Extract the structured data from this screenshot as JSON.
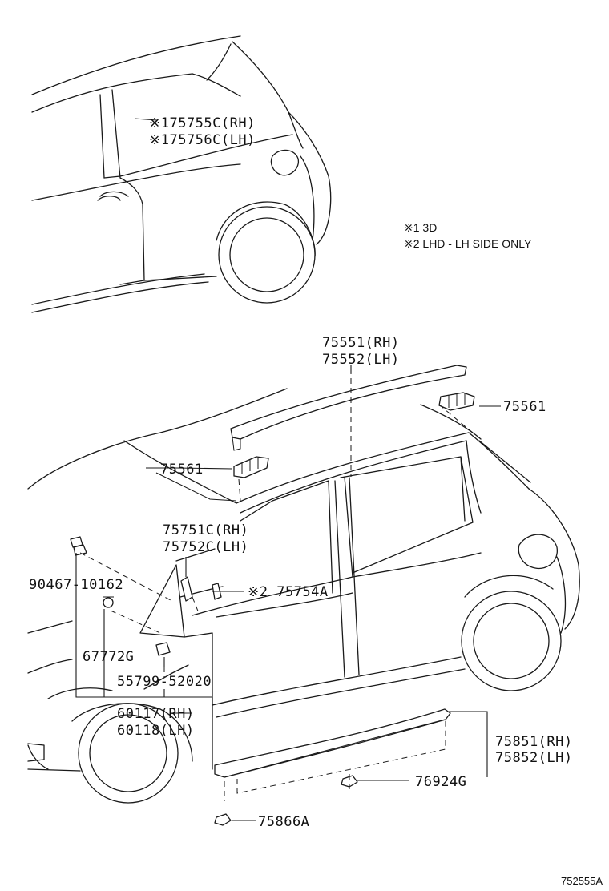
{
  "notes": {
    "note1": "※1 3D",
    "note2": "※2 LHD - LH SIDE ONLY"
  },
  "labels": {
    "p75755c": "※175755C(RH)",
    "p75756c": "※175756C(LH)",
    "p75551": "75551(RH)",
    "p75552": "75552(LH)",
    "p75561_right": "75561",
    "p75561_left": "75561",
    "p75751c": "75751C(RH)",
    "p75752c": "75752C(LH)",
    "p75754a": "※2 75754A",
    "p90467": "90467-10162",
    "p67772g": "67772G",
    "p55799": "55799-52020",
    "p60117": "60117(RH)",
    "p60118": "60118(LH)",
    "p75851": "75851(RH)",
    "p75852": "75852(LH)",
    "p76924g": "76924G",
    "p75866a": "75866A"
  },
  "diagram_code": "752555A"
}
